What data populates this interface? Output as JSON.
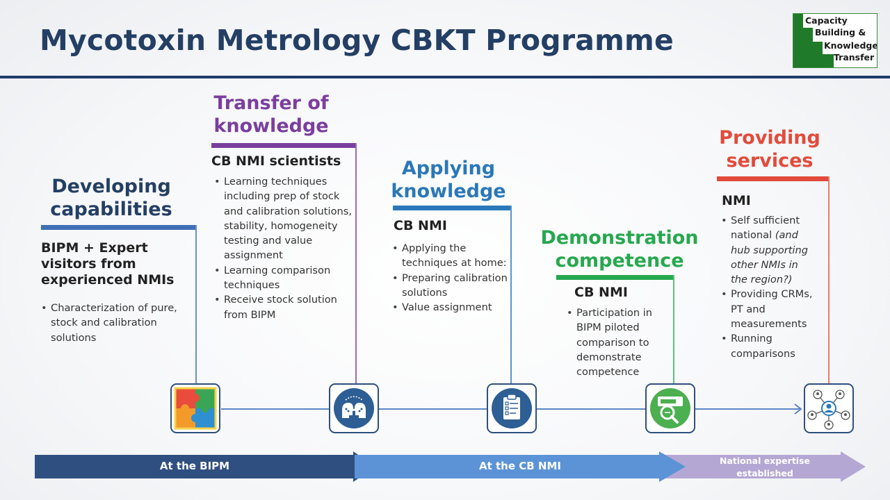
{
  "title": "Mycotoxin Metrology CBKT Programme",
  "logo": {
    "line1": "Capacity",
    "line2": "Building &",
    "line3": "Knowledge",
    "line4": "Transfer"
  },
  "colors": {
    "navy": "#243f64",
    "blue": "#3f6fb5",
    "purple": "#7a3f9e",
    "teal": "#2a78b8",
    "green": "#27a84f",
    "red": "#e24b3b",
    "lavender": "#b5a7d4"
  },
  "stages": [
    {
      "title_line1": "Developing",
      "title_line2": "capabilities",
      "subtitle_line1": "BIPM + Expert",
      "subtitle_line2": "visitors from",
      "subtitle_line3": "experienced NMIs",
      "bullets": [
        "Characterization of pure, stock and calibration solutions"
      ],
      "icon": "puzzle-icon"
    },
    {
      "title_line1": "Transfer of",
      "title_line2": "knowledge",
      "subtitle": "CB NMI scientists",
      "bullets": [
        "Learning techniques including prep of stock and calibration solutions, stability, homogeneity testing and value assignment",
        "Learning comparison techniques",
        "Receive stock solution from BIPM"
      ],
      "icon": "heads-exchange-icon"
    },
    {
      "title_line1": "Applying",
      "title_line2": "knowledge",
      "subtitle": "CB NMI",
      "bullets": [
        "Applying the techniques at home:",
        "Preparing calibration solutions",
        "Value assignment"
      ],
      "icon": "clipboard-checklist-icon"
    },
    {
      "title_line1": "Demonstration",
      "title_line2": "competence",
      "subtitle": "CB NMI",
      "bullets": [
        "Participation in BIPM piloted comparison to demonstrate competence"
      ],
      "icon": "magnifier-inspection-icon"
    },
    {
      "title_line1": "Providing",
      "title_line2": "services",
      "subtitle": "NMI",
      "bullet1_plain": "Self sufficient national ",
      "bullet1_italic": "(and hub supporting other NMIs in the region?)",
      "bullets": [
        "Providing CRMs, PT and measurements",
        "Running comparisons"
      ],
      "icon": "network-people-icon"
    }
  ],
  "bands": [
    {
      "label": "At the BIPM"
    },
    {
      "label": "At the CB NMI"
    },
    {
      "label_line1": "National expertise",
      "label_line2": "established"
    }
  ]
}
